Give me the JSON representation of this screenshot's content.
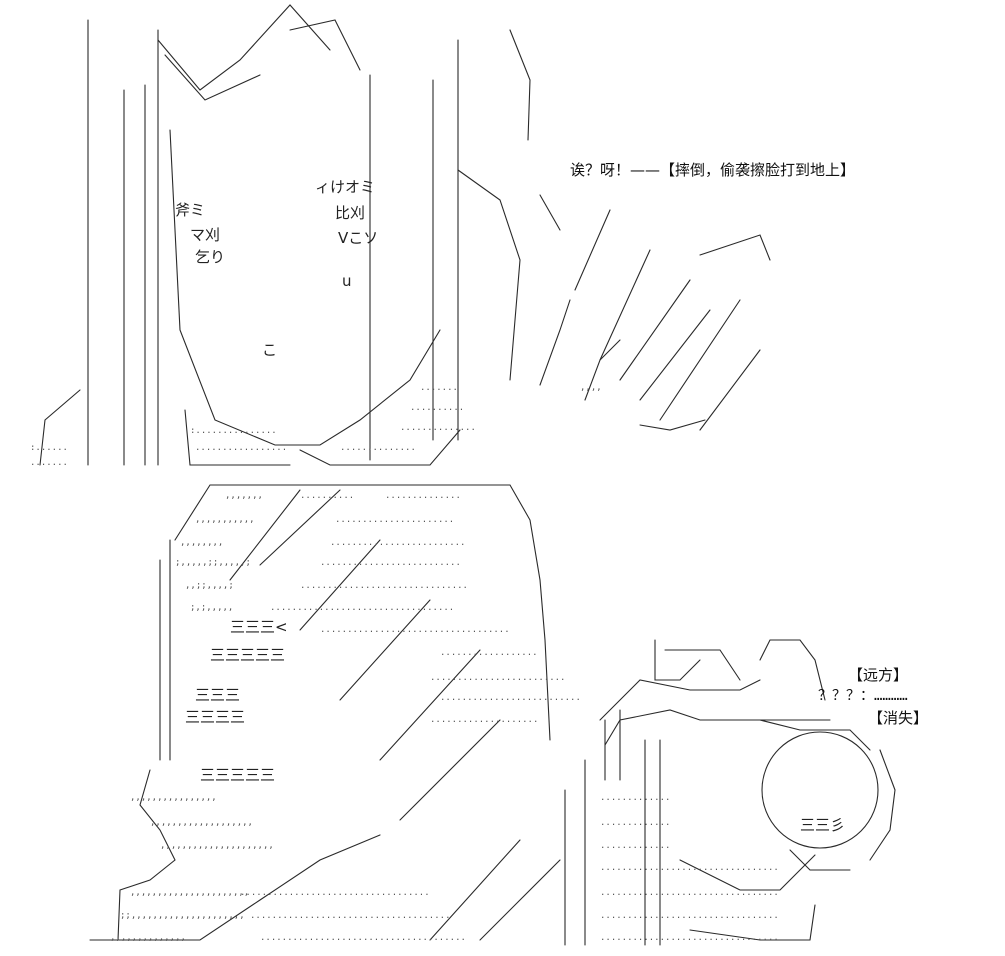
{
  "speech_line": "诶？呀！——【摔倒，偷袭擦脸打到地上】",
  "label_distance": "【远方】",
  "label_question": "？？？：",
  "label_dots": "…………",
  "label_vanish": "【消失】",
  "face_marks": {
    "brow_left": "斧ミ",
    "eye_left_a": "マ刈",
    "eye_left_b": "乞り",
    "brow_right": "比刈",
    "eye_right": "Vこソ",
    "mouth": "u",
    "nose": "こ",
    "tag_right": "ィけオミ"
  },
  "body_marks": {
    "sleeve_1": "三三三<",
    "sleeve_2": "三三三三三",
    "sleeve_3": "三三三",
    "sleeve_4": "三三三三",
    "sleeve_5": "三三三三三",
    "hand": "三三彡"
  },
  "colors": {
    "ink": "#2a2a2a",
    "dots": "#555555",
    "background": "#ffffff"
  }
}
